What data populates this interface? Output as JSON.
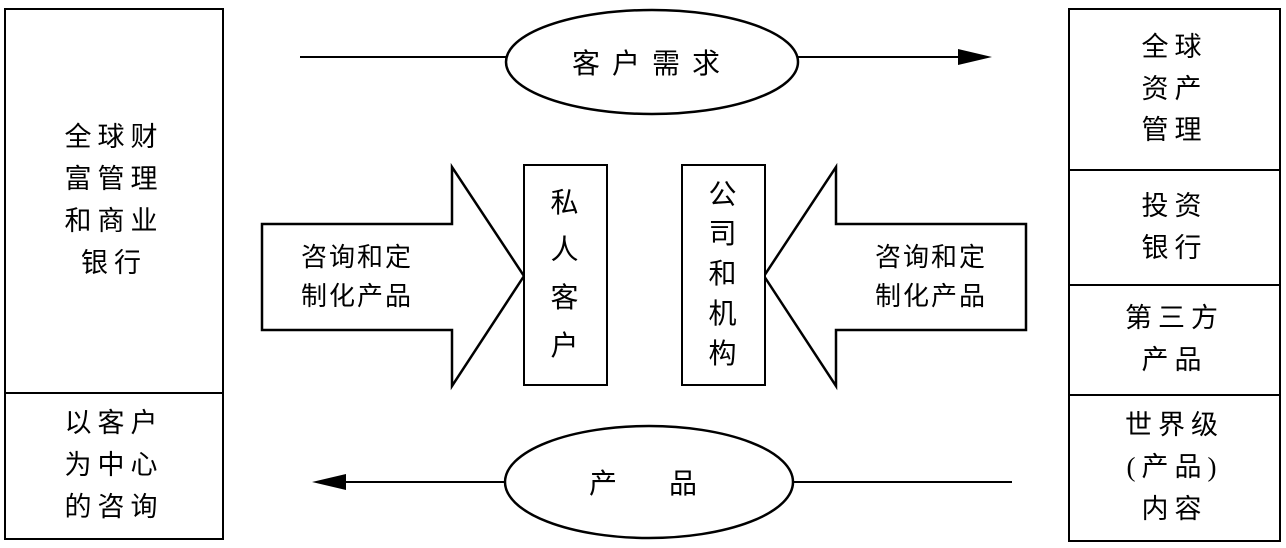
{
  "colors": {
    "ink": "#000000",
    "background": "#ffffff"
  },
  "left_panel": {
    "top_cell": "全球财\n富管理\n和商业\n银行",
    "bottom_cell": "以客户\n为中心\n的咨询"
  },
  "right_panel": {
    "boxes": [
      {
        "label": "全球\n资产\n管理"
      },
      {
        "label": "投资\n银行"
      },
      {
        "label": "第三方\n产品"
      },
      {
        "label": "世界级\n(产品)\n内容"
      }
    ]
  },
  "center": {
    "top_ellipse_label": "客户需求",
    "bottom_ellipse_label": "产　品",
    "private_clients_box": "私\n人\n客\n户",
    "corporates_box": "公\n司\n和\n机\n构",
    "left_arrow_label": "咨询和定\n制化产品",
    "right_arrow_label": "咨询和定\n制化产品"
  }
}
